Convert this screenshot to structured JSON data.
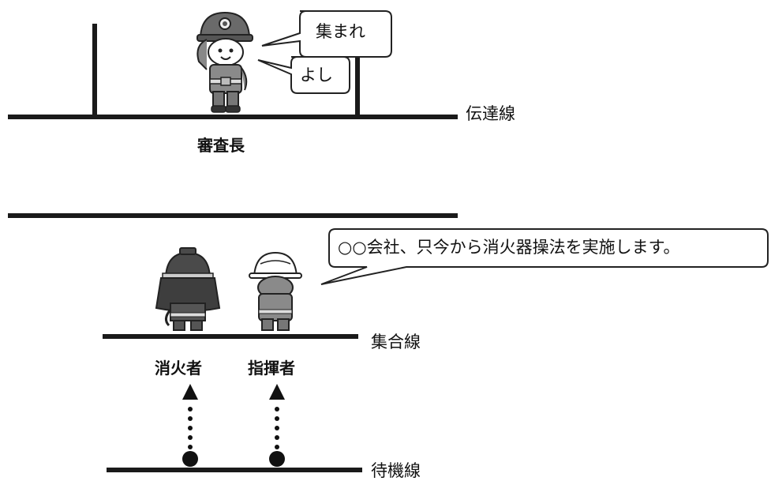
{
  "lines": {
    "transmission": "伝達線",
    "assembly": "集合線",
    "standby": "待機線"
  },
  "roles": {
    "chief_examiner": "審査長",
    "extinguisher": "消火者",
    "commander": "指揮者"
  },
  "speech": {
    "gather": "集まれ",
    "ok": "よし",
    "announcement": "○○会社、只今から消火器操法を実施します。"
  },
  "colors": {
    "line": "#1a1a1a",
    "helmet_dark": "#4a4a4a",
    "figure_gray": "#8a8a8a"
  }
}
